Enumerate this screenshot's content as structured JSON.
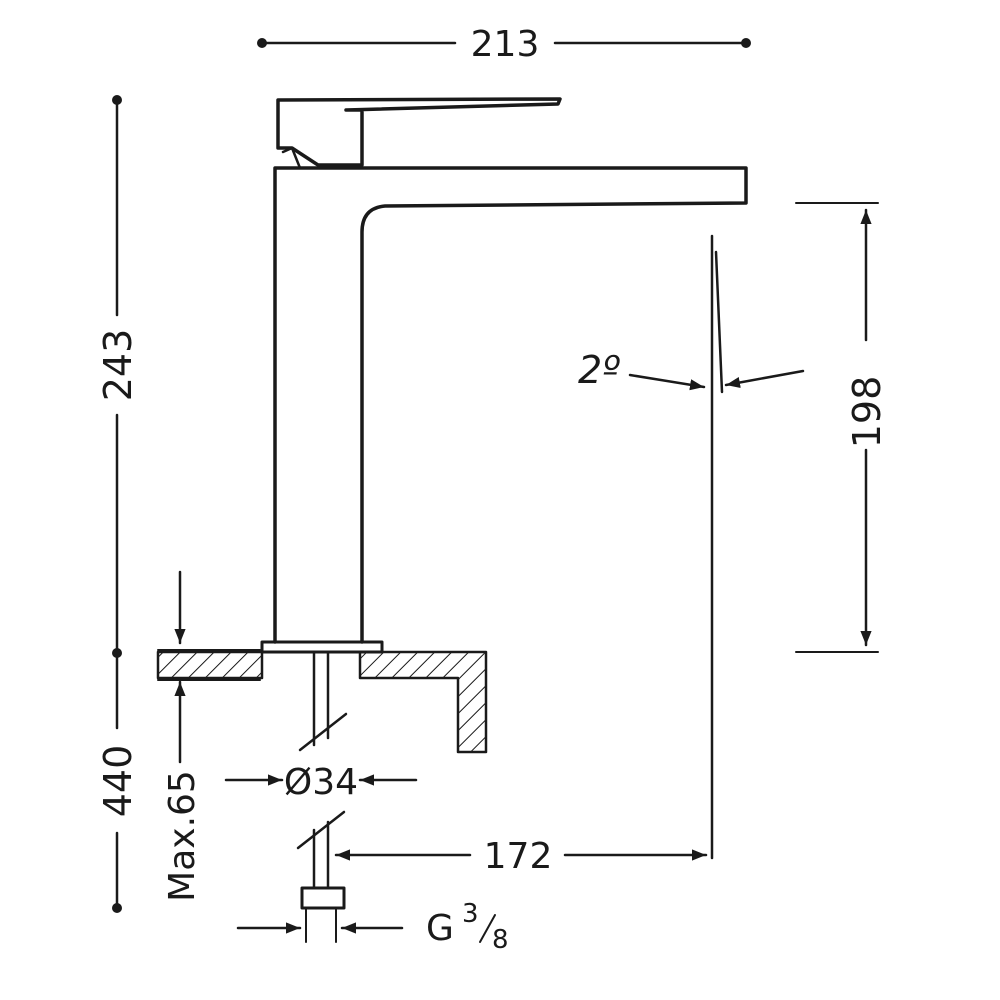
{
  "drawing": {
    "dimensions": {
      "overall_width": "213",
      "total_height": "243",
      "spout_height": "198",
      "spout_angle": "2º",
      "spout_reach": "172",
      "hole_diameter": "Ø34",
      "hose_length": "440",
      "max_deck_thickness": "Max.65",
      "connection_thread_main": "G",
      "connection_thread_num": "3",
      "connection_thread_den": "8"
    },
    "colors": {
      "line": "#1a1a1a",
      "background": "#ffffff"
    }
  }
}
